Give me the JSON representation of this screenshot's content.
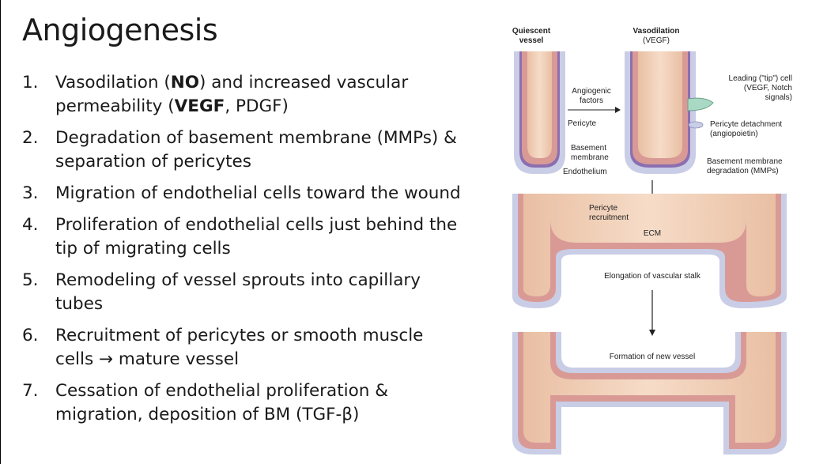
{
  "slide": {
    "title": "Angiogenesis",
    "steps": [
      {
        "num": "1.",
        "parts": [
          {
            "t": "Vasodilation ("
          },
          {
            "t": "NO",
            "b": true
          },
          {
            "t": ") and increased vascular permeability ("
          },
          {
            "t": "VEGF",
            "b": true
          },
          {
            "t": ", PDGF)"
          }
        ]
      },
      {
        "num": "2.",
        "parts": [
          {
            "t": "Degradation of basement membrane (MMPs) & separation of pericytes"
          }
        ]
      },
      {
        "num": "3.",
        "parts": [
          {
            "t": "Migration of endothelial cells toward the wound"
          }
        ]
      },
      {
        "num": "4.",
        "parts": [
          {
            "t": "Proliferation of endothelial cells just behind the tip of migrating cells"
          }
        ]
      },
      {
        "num": "5.",
        "parts": [
          {
            "t": "Remodeling of vessel sprouts into capillary tubes"
          }
        ]
      },
      {
        "num": "6.",
        "parts": [
          {
            "t": "Recruitment of pericytes or smooth muscle cells → mature vessel"
          }
        ]
      },
      {
        "num": "7.",
        "parts": [
          {
            "t": "Cessation of endothelial proliferation & migration, deposition of BM (TGF-β)"
          }
        ]
      }
    ]
  },
  "figure": {
    "quiescent_1": "Quiescent",
    "quiescent_2": "vessel",
    "vasodilation_1": "Vasodilation",
    "vasodilation_2": "(VEGF)",
    "angiogenic_1": "Angiogenic",
    "angiogenic_2": "factors",
    "pericyte": "Pericyte",
    "basement_1": "Basement",
    "basement_2": "membrane",
    "endothelium": "Endothelium",
    "tip_1": "Leading (\"tip\") cell",
    "tip_2": "(VEGF, Notch",
    "tip_3": "signals)",
    "detach_1": "Pericyte detachment",
    "detach_2": "(angiopoietin)",
    "bm_deg_1": "Basement membrane",
    "bm_deg_2": "degradation (MMPs)",
    "recruit_1": "Pericyte",
    "recruit_2": "recruitment",
    "ecm": "ECM",
    "elongation": "Elongation of vascular stalk",
    "new_vessel": "Formation of new vessel"
  },
  "colors": {
    "lumen": "#f0cdb3",
    "wall": "#d99a96",
    "membrane": "#8b6fb0",
    "outer": "#c9cde6",
    "tip_cell": "#a9d8c4"
  }
}
